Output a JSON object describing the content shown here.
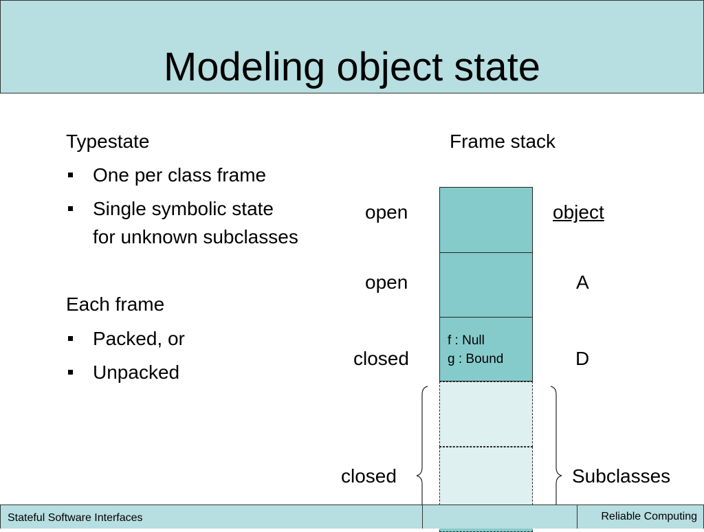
{
  "title": "Modeling object state",
  "left": {
    "heading1": "Typestate",
    "bullets1": [
      "One per class frame",
      "Single symbolic state",
      "for unknown subclasses"
    ],
    "heading2": "Each frame",
    "bullets2": [
      "Packed, or",
      "Unpacked"
    ]
  },
  "stack": {
    "heading": "Frame stack",
    "states": [
      "open",
      "open",
      "closed",
      "closed"
    ],
    "classes": [
      "object",
      "A",
      "D",
      "Subclasses"
    ],
    "frame_fields": [
      "f : Null",
      "g : Bound"
    ]
  },
  "footer": {
    "left": "Stateful Software Interfaces",
    "right": "Reliable Computing"
  },
  "colors": {
    "title_bg": "#b7dee0",
    "frame_fill": "#86cbcc",
    "subclass_frame_fill": "#dff0f0"
  }
}
